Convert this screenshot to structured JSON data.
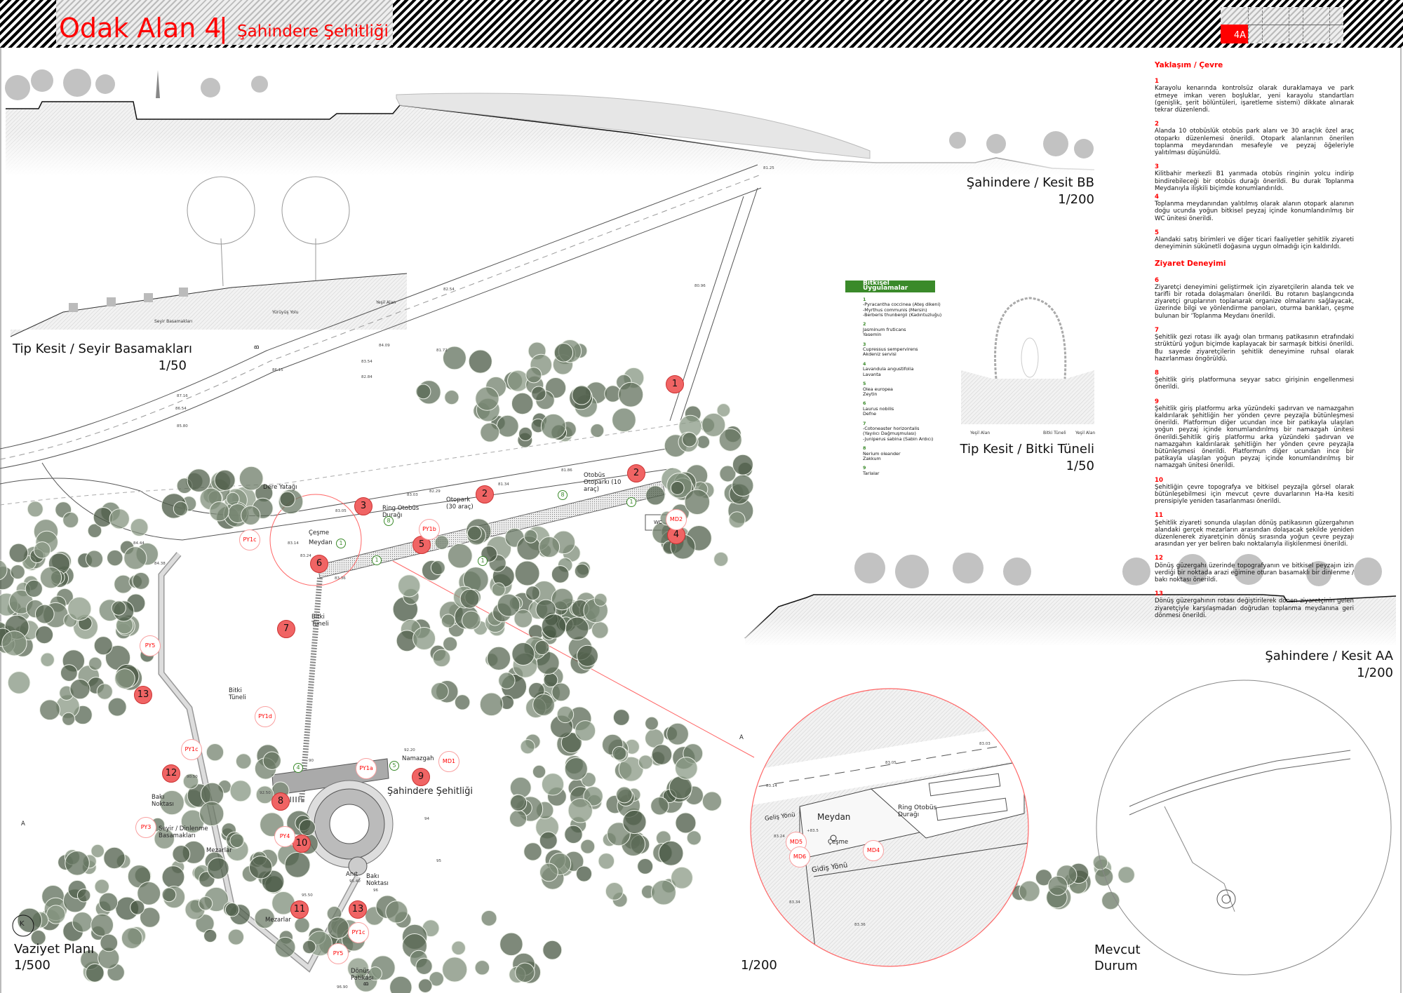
{
  "header": {
    "title": "Odak Alan 4",
    "separator": "|",
    "subtitle": "Şahindere Şehitliği",
    "sheet_code": "4A"
  },
  "colors": {
    "accent": "#ff0000",
    "marker": "#f06464",
    "legend_green": "#3a8a2a"
  },
  "sections": {
    "kesit_bb": {
      "title": "Şahindere / Kesit BB",
      "scale": "1/200"
    },
    "seyir": {
      "title": "Tip Kesit / Seyir Basamakları",
      "scale": "1/50",
      "labels": [
        "Seyir Basamakları",
        "Yürüyüş Yolu",
        "Yeşil Alan"
      ]
    },
    "tunel": {
      "title": "Tip Kesit / Bitki Tüneli",
      "scale": "1/50",
      "labels": [
        "Yeşil Alan",
        "Bitki Tüneli",
        "Yeşil Alan"
      ]
    },
    "kesit_aa": {
      "title": "Şahindere / Kesit AA",
      "scale": "1/200"
    }
  },
  "plan": {
    "title": "Vaziyet Planı",
    "scale": "1/500",
    "north": "K",
    "section_marks": [
      "A",
      "B",
      "B"
    ],
    "labels": {
      "dere": "Dere Yatağı",
      "otopark": "Otopark\n(30 araç)",
      "otobus_otopark": "Otobüs\nOtoparkı (10\naraç)",
      "ring": "Ring Otobüs\nDurağı",
      "cesme_meydan": "Çeşme\n\nMeydan",
      "wc": "WC",
      "tunel1": "Bitki\nTüneli",
      "tunel2": "Bitki\nTüneli",
      "namazgah": "Namazgah",
      "sehitlik": "Şahindere Şehitliği",
      "baki": "Bakı\nNoktası",
      "seyir": "Seyir / Dinlenme\nBasamakları",
      "mezar1": "Mezarlar",
      "mezar2": "Mezarlar",
      "anit": "Anıt",
      "baki2": "Bakı\nNoktası",
      "donus": "Dönüş\nPatikası"
    },
    "elevations": [
      "83.05",
      "83.14",
      "83.24",
      "83.36",
      "83.03",
      "82.29",
      "81.34",
      "81.86",
      "84.44",
      "84.38",
      "84.09",
      "83.54",
      "86.15",
      "87.16",
      "86.54",
      "85.80",
      "92.50",
      "90.50",
      "92.20",
      "90",
      "94",
      "95",
      "95.40",
      "95.50",
      "96",
      "96.90",
      "82.84",
      "82.54",
      "81.72",
      "80.96",
      "81.25"
    ],
    "markers": [
      "1",
      "2",
      "2",
      "3",
      "4",
      "5",
      "6",
      "7",
      "8",
      "9",
      "10",
      "11",
      "12",
      "13",
      "13"
    ],
    "plant_refs": [
      "PY1c",
      "PY1b",
      "PY5",
      "PY1d",
      "PY1c",
      "PY3",
      "PY4",
      "PY1a",
      "MD1",
      "MD2",
      "PY1c",
      "PY5"
    ],
    "green_refs": [
      "1",
      "1",
      "1",
      "8",
      "8",
      "4",
      "5",
      "1"
    ]
  },
  "detail": {
    "scale": "1/200",
    "section_mark": "A",
    "labels": {
      "meydan": "Meydan",
      "ring": "Ring Otobüs\nDurağı",
      "cesme": "Çeşme",
      "gelis": "Geliş Yönü",
      "gidis": "Gidiş Yönü"
    },
    "refs": [
      "MD5",
      "MD6",
      "MD4"
    ],
    "elevations": [
      "83.03",
      "83.05",
      "83.14",
      "83.24",
      "83.34",
      "83.36",
      "+83.5"
    ]
  },
  "existing": {
    "title": "Mevcut\nDurum"
  },
  "legend": {
    "title": "Bitkisel Uygulamalar",
    "items": [
      {
        "n": "1",
        "text": "-Pyracantha coccinea (Ateş dikeni)\n-Myrthus communis (Mersin)\n-Berberis thunbergii (Kadıntuzluğu)"
      },
      {
        "n": "2",
        "text": "Jasminum fruticans\nYasemin"
      },
      {
        "n": "3",
        "text": "Cupressus sempervirens\nAkdeniz servisi"
      },
      {
        "n": "4",
        "text": "Lavandula angustifolia\nLavanta"
      },
      {
        "n": "5",
        "text": "Olea europea\nZeytin"
      },
      {
        "n": "6",
        "text": "Laurus nobilis\nDefne"
      },
      {
        "n": "7",
        "text": "-Cotoneaster horizontalis\n(Yayılıcı Dağmuşmulası)\n-Juniperus sabina (Sabin Ardıcı)"
      },
      {
        "n": "8",
        "text": "Nerium oleander\nZakkum"
      },
      {
        "n": "9",
        "text": "Tarlalar"
      }
    ]
  },
  "notes": {
    "heading1": "Yaklaşım / Çevre",
    "heading2": "Ziyaret Deneyimi",
    "items": [
      {
        "n": "1",
        "text": "Karayolu kenarında kontrolsüz olarak duraklamaya ve park etmeye imkan veren boşluklar, yeni karayolu standartları (genişlik, şerit bölüntüleri, işaretleme sistemi) dikkate alınarak tekrar düzenlendi."
      },
      {
        "n": "2",
        "text": "Alanda 10 otobüslük otobüs park alanı ve 30 araçlık özel araç otoparkı düzenlemesi önerildi. Otopark alanlarının önerilen toplanma meydanından mesafeyle ve peyzaj öğeleriyle yalıtılması düşünüldü."
      },
      {
        "n": "3",
        "text": "Kilitbahir merkezli B1 yarımada otobüs ringinin yolcu indirip bindirebileceği bir otobüs durağı önerildi. Bu durak Toplanma Meydanıyla ilişkili biçimde konumlandırıldı."
      },
      {
        "n": "4",
        "text": "Toplanma meydanından yalıtılmış olarak alanın otopark alanının doğu ucunda yoğun bitkisel peyzaj içinde konumlandırılmış bir WC ünitesi önerildi."
      },
      {
        "n": "5",
        "text": "Alandaki satış birimleri ve diğer ticari faaliyetler şehitlik ziyareti deneyiminin sükûnetli doğasına uygun olmadığı için kaldırıldı."
      },
      {
        "n": "6",
        "text": "Ziyaretçi deneyimini geliştirmek için ziyaretçilerin alanda tek ve tarifli bir rotada dolaşmaları önerildi. Bu rotanın başlangıcında ziyaretçi gruplarının toplanarak organize olmalarını sağlayacak, üzerinde bilgi ve yönlendirme panoları, oturma bankları, çeşme bulunan bir 'Toplanma Meydanı önerildi."
      },
      {
        "n": "7",
        "text": "Şehitlik gezi rotası ilk ayağı olan tırmanış patikasının etrafındaki strüktürü yoğun biçimde kaplayacak bir sarmaşık bitkisi önerildi. Bu sayede ziyaretçilerin şehitlik deneyimine ruhsal olarak hazırlanması öngörüldü."
      },
      {
        "n": "8",
        "text": "Şehitlik giriş platformuna seyyar satıcı girişinin engellenmesi önerildi."
      },
      {
        "n": "9",
        "text": "Şehitlik giriş platformu arka yüzündeki şadırvan ve namazgahın kaldırılarak şehitliğin her yönden çevre peyzajla bütünleşmesi önerildi. Platformun diğer ucundan ince bir patikayla ulaşılan yoğun peyzaj içinde konumlandırılmış bir namazgah ünitesi önerildi.Şehitlik giriş platformu arka yüzündeki şadırvan ve namazgahın kaldırılarak şehitliğin her yönden çevre peyzajla bütünleşmesi önerildi. Platformun diğer ucundan ince bir patikayla ulaşılan yoğun peyzaj içinde konumlandırılmış bir namazgah ünitesi önerildi."
      },
      {
        "n": "10",
        "text": "Şehitliğin çevre topografya ve bitkisel peyzajla görsel olarak bütünleşebilmesi için mevcut çevre duvarlarının Ha-Ha kesiti prensipiyle yeniden tasarlanması önerildi."
      },
      {
        "n": "11",
        "text": "Şehitlik ziyareti sonunda ulaşılan dönüş patikasının güzergahının alandaki gerçek mezarların arasından dolaşacak şekilde yeniden düzenlenerek ziyaretçinin dönüş sırasında yoğun çevre peyzajı arasından yer yer beliren bakı noktalarıyla ilişkilenmesi önerildi."
      },
      {
        "n": "12",
        "text": "Dönüş güzergahı üzerinde topografyanın ve bitkisel peyzajın izin verdiği bir noktada arazi eğimine oturan basamaklı bir dinlenme / bakı noktası önerildi."
      },
      {
        "n": "13",
        "text": "Dönüş güzergahının rotası değiştirilerek dönen ziyaretçinin gelen ziyaretçiyle karşılaşmadan doğrudan toplanma meydanına geri dönmesi önerildi."
      }
    ]
  }
}
